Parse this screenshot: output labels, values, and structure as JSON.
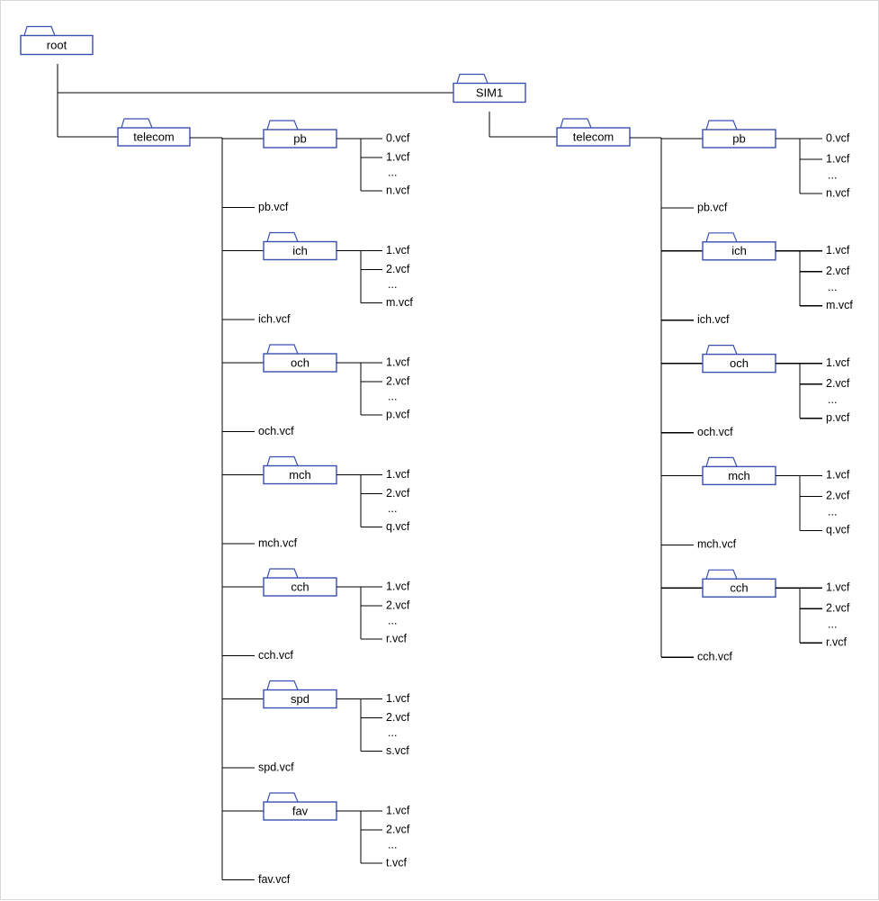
{
  "colors": {
    "folder_stroke": "#3a4fb0",
    "line": "#000000",
    "frame": "#d8d8d8"
  },
  "root": {
    "name": "root"
  },
  "sim": {
    "name": "SIM1"
  },
  "trees": [
    {
      "telecom": "telecom",
      "groups": [
        {
          "folder": "pb",
          "files": [
            "0.vcf",
            "1.vcf",
            "...",
            "n.vcf"
          ],
          "vcf": "pb.vcf"
        },
        {
          "folder": "ich",
          "files": [
            "1.vcf",
            "2.vcf",
            "...",
            "m.vcf"
          ],
          "vcf": "ich.vcf"
        },
        {
          "folder": "och",
          "files": [
            "1.vcf",
            "2.vcf",
            "...",
            "p.vcf"
          ],
          "vcf": "och.vcf"
        },
        {
          "folder": "mch",
          "files": [
            "1.vcf",
            "2.vcf",
            "...",
            "q.vcf"
          ],
          "vcf": "mch.vcf"
        },
        {
          "folder": "cch",
          "files": [
            "1.vcf",
            "2.vcf",
            "...",
            "r.vcf"
          ],
          "vcf": "cch.vcf"
        },
        {
          "folder": "spd",
          "files": [
            "1.vcf",
            "2.vcf",
            "...",
            "s.vcf"
          ],
          "vcf": "spd.vcf"
        },
        {
          "folder": "fav",
          "files": [
            "1.vcf",
            "2.vcf",
            "...",
            "t.vcf"
          ],
          "vcf": "fav.vcf"
        }
      ]
    },
    {
      "telecom": "telecom",
      "groups": [
        {
          "folder": "pb",
          "files": [
            "0.vcf",
            "1.vcf",
            "...",
            "n.vcf"
          ],
          "vcf": "pb.vcf"
        },
        {
          "folder": "ich",
          "files": [
            "1.vcf",
            "2.vcf",
            "...",
            "m.vcf"
          ],
          "vcf": "ich.vcf"
        },
        {
          "folder": "och",
          "files": [
            "1.vcf",
            "2.vcf",
            "...",
            "p.vcf"
          ],
          "vcf": "och.vcf"
        },
        {
          "folder": "mch",
          "files": [
            "1.vcf",
            "2.vcf",
            "...",
            "q.vcf"
          ],
          "vcf": "mch.vcf"
        },
        {
          "folder": "cch",
          "files": [
            "1.vcf",
            "2.vcf",
            "...",
            "r.vcf"
          ],
          "vcf": "cch.vcf"
        }
      ]
    }
  ]
}
